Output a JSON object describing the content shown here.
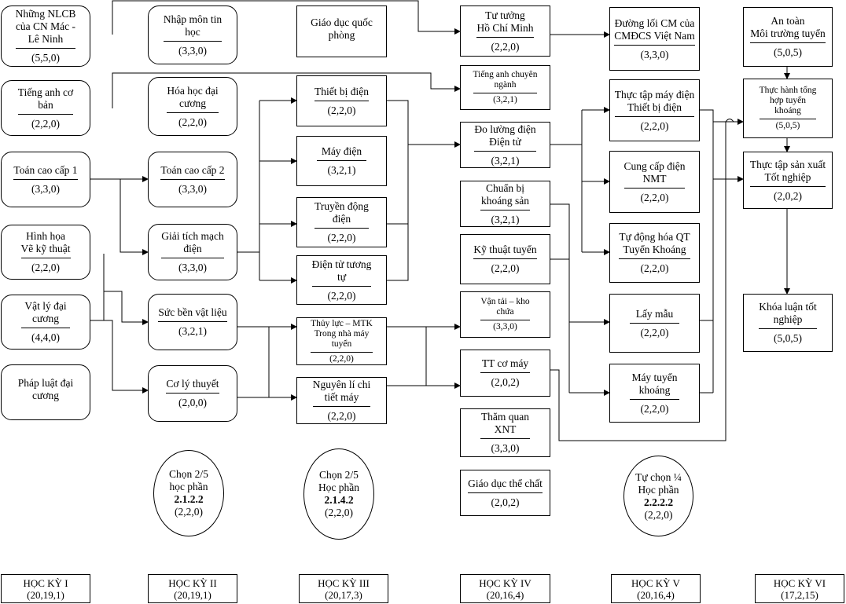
{
  "courses": {
    "nlcb": {
      "title": "Những NLCB\ncủa CN Mác -\nLê Ninh",
      "credits": "(5,5,0)"
    },
    "tieng_anh_cb": {
      "title": "Tiếng anh cơ\nbản",
      "credits": "(2,2,0)"
    },
    "toan_cc1": {
      "title": "Toán cao cấp 1",
      "credits": "(3,3,0)"
    },
    "hinh_hoa": {
      "title": "Hình họa\nVẽ kỹ thuật",
      "credits": "(2,2,0)"
    },
    "vat_ly": {
      "title": "Vật lý đại\ncương",
      "credits": "(4,4,0)"
    },
    "phap_luat": {
      "title": "Pháp luật đại\ncương",
      "credits": ""
    },
    "nhap_mon_tin": {
      "title": "Nhập môn tin\nhọc",
      "credits": "(3,3,0)"
    },
    "hoa_hoc": {
      "title": "Hóa học đại\ncương",
      "credits": "(2,2,0)"
    },
    "toan_cc2": {
      "title": "Toán cao cấp 2",
      "credits": "(3,3,0)"
    },
    "giai_tich_md": {
      "title": "Giải tích mạch\nđiện",
      "credits": "(3,3,0)"
    },
    "suc_ben": {
      "title": "Sức bền vật liệu",
      "credits": "(3,2,1)"
    },
    "co_ly_thuyet": {
      "title": "Cơ lý thuyết",
      "credits": "(2,0,0)"
    },
    "gdqp": {
      "title": "Giáo dục quốc\nphòng",
      "credits": ""
    },
    "thiet_bi_dien": {
      "title": "Thiết bị điện",
      "credits": "(2,2,0)"
    },
    "may_dien": {
      "title": "Máy điện",
      "credits": "(3,2,1)"
    },
    "truyen_dong": {
      "title": "Truyền động\nđiện",
      "credits": "(2,2,0)"
    },
    "dien_tu_tt": {
      "title": "Điện tử tương\ntự",
      "credits": "(2,2,0)"
    },
    "thuy_luc": {
      "title": "Thủy lực – MTK\nTrong nhà máy\ntuyển",
      "credits": "(2,2,0)"
    },
    "nguyen_li": {
      "title": "Nguyên lí chi\ntiết máy",
      "credits": "(2,2,0)"
    },
    "tu_tuong_hcm": {
      "title": "Tư tưởng\nHồ Chí Minh",
      "credits": "(2,2,0)"
    },
    "ta_chuyen_nganh": {
      "title": "Tiếng anh chuyên\nngành",
      "credits": "(3,2,1)"
    },
    "do_luong": {
      "title": "Đo lường điện\nĐiện tử",
      "credits": "(3,2,1)"
    },
    "chuan_bi_ks": {
      "title": "Chuẩn bị\nkhoáng sản",
      "credits": "(3,2,1)"
    },
    "ky_thuat_tuyen": {
      "title": "Kỹ thuật tuyển",
      "credits": "(2,2,0)"
    },
    "van_tai": {
      "title": "Vận tải – kho\nchứa",
      "credits": "(3,3,0)"
    },
    "tt_co_may": {
      "title": "TT cơ máy",
      "credits": "(2,0,2)"
    },
    "tham_quan": {
      "title": "Thăm quan\nXNT",
      "credits": "(3,3,0)"
    },
    "gdtc": {
      "title": "Giáo dục thể chất",
      "credits": "(2,0,2)"
    },
    "duong_loi": {
      "title": "Đường lối CM của\nCMĐCS Việt Nam",
      "credits": "(3,3,0)"
    },
    "tt_may_dien": {
      "title": "Thực tập máy điện\nThiết bị điện",
      "credits": "(2,2,0)"
    },
    "cung_cap_dien": {
      "title": "Cung cấp điện\nNMT",
      "credits": "(2,2,0)"
    },
    "tu_dong_hoa": {
      "title": "Tự động hóa QT\nTuyển Khoáng",
      "credits": "(2,2,0)"
    },
    "lay_mau": {
      "title": "Lấy mẫu",
      "credits": "(2,2,0)"
    },
    "may_tuyen": {
      "title": "Máy tuyển\nkhoáng",
      "credits": "(2,2,0)"
    },
    "an_toan": {
      "title": "An toàn\nMôi trường tuyển",
      "credits": "(5,0,5)"
    },
    "th_tong_hop": {
      "title": "Thực hành tổng\nhợp tuyển\nkhoáng",
      "credits": "(5,0,5)"
    },
    "tt_san_xuat": {
      "title": "Thực tập sản xuất\nTốt nghiệp",
      "credits": "(2,0,2)"
    },
    "khoa_luan": {
      "title": "Khóa luận tốt\nnghiệp",
      "credits": "(5,0,5)"
    }
  },
  "electives": [
    {
      "line1": "Chọn 2/5",
      "line2": "học phần",
      "code": "2.1.2.2",
      "credits": "(2,2,0)"
    },
    {
      "line1": "Chọn 2/5",
      "line2": "Học phần",
      "code": "2.1.4.2",
      "credits": "(2,2,0)"
    },
    {
      "line1": "Tự chọn ¼",
      "line2": "Học phần",
      "code": "2.2.2.2",
      "credits": "(2,2,0)"
    }
  ],
  "semesters": [
    {
      "name": "HỌC KỲ I",
      "credits": "(20,19,1)"
    },
    {
      "name": "HỌC KỲ II",
      "credits": "(20,19,1)"
    },
    {
      "name": "HỌC KỲ III",
      "credits": "(20,17,3)"
    },
    {
      "name": "HỌC KỲ IV",
      "credits": "(20,16,4)"
    },
    {
      "name": "HỌC KỲ V",
      "credits": "(20,16,4)"
    },
    {
      "name": "HỌC KỲ VI",
      "credits": "(17,2,15)"
    }
  ]
}
